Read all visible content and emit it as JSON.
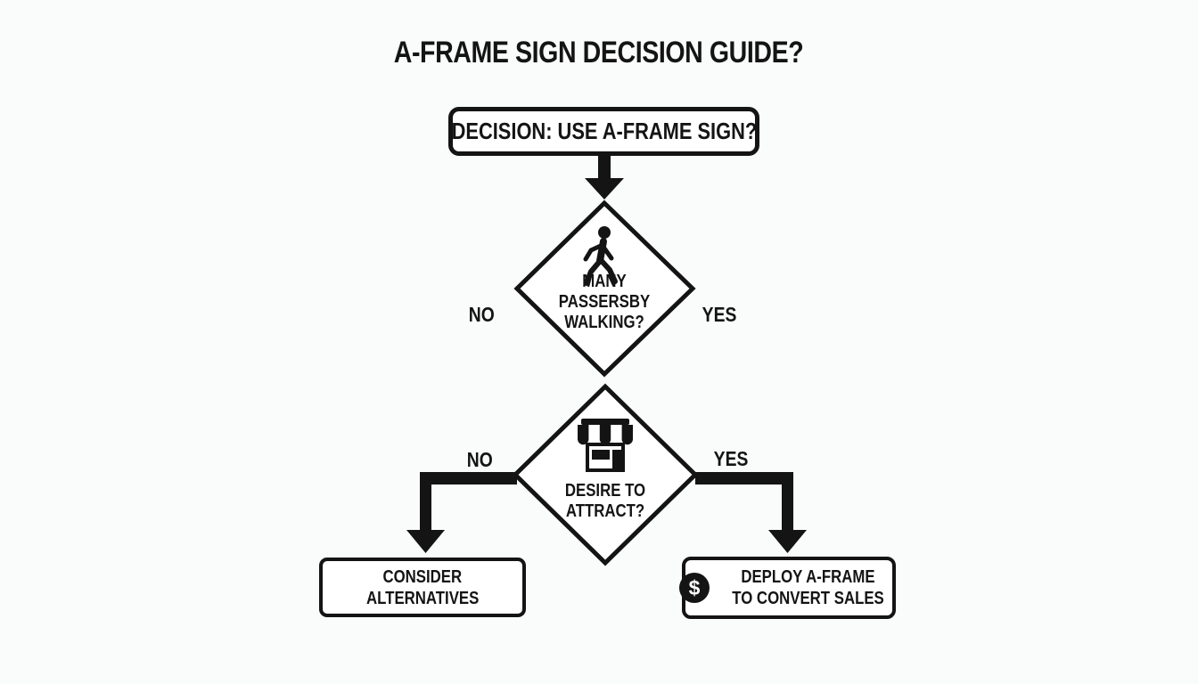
{
  "title": "A-FRAME SIGN DECISION GUIDE?",
  "flowchart": {
    "decision_box": {
      "label": "DECISION: USE A-FRAME SIGN?"
    },
    "diamond_passersby": {
      "icon": "walking-person-icon",
      "line1": "MANY",
      "line2": "PASSERSBY",
      "line3": "WALKING?",
      "no_label": "NO",
      "yes_label": "YES"
    },
    "diamond_attract": {
      "icon": "storefront-icon",
      "line1": "DESIRE TO",
      "line2": "ATTRACT?",
      "no_label": "NO",
      "yes_label": "YES"
    },
    "outcome_negative": {
      "line1": "CONSIDER",
      "line2": "ALTERNATIVES"
    },
    "outcome_positive": {
      "icon": "dollar-icon",
      "icon_glyph": "$",
      "line1": "DEPLOY A-FRAME",
      "line2": "TO CONVERT SALES"
    }
  },
  "colors": {
    "ink": "#141414",
    "background": "#fafbfb",
    "node_fill": "#ffffff"
  }
}
